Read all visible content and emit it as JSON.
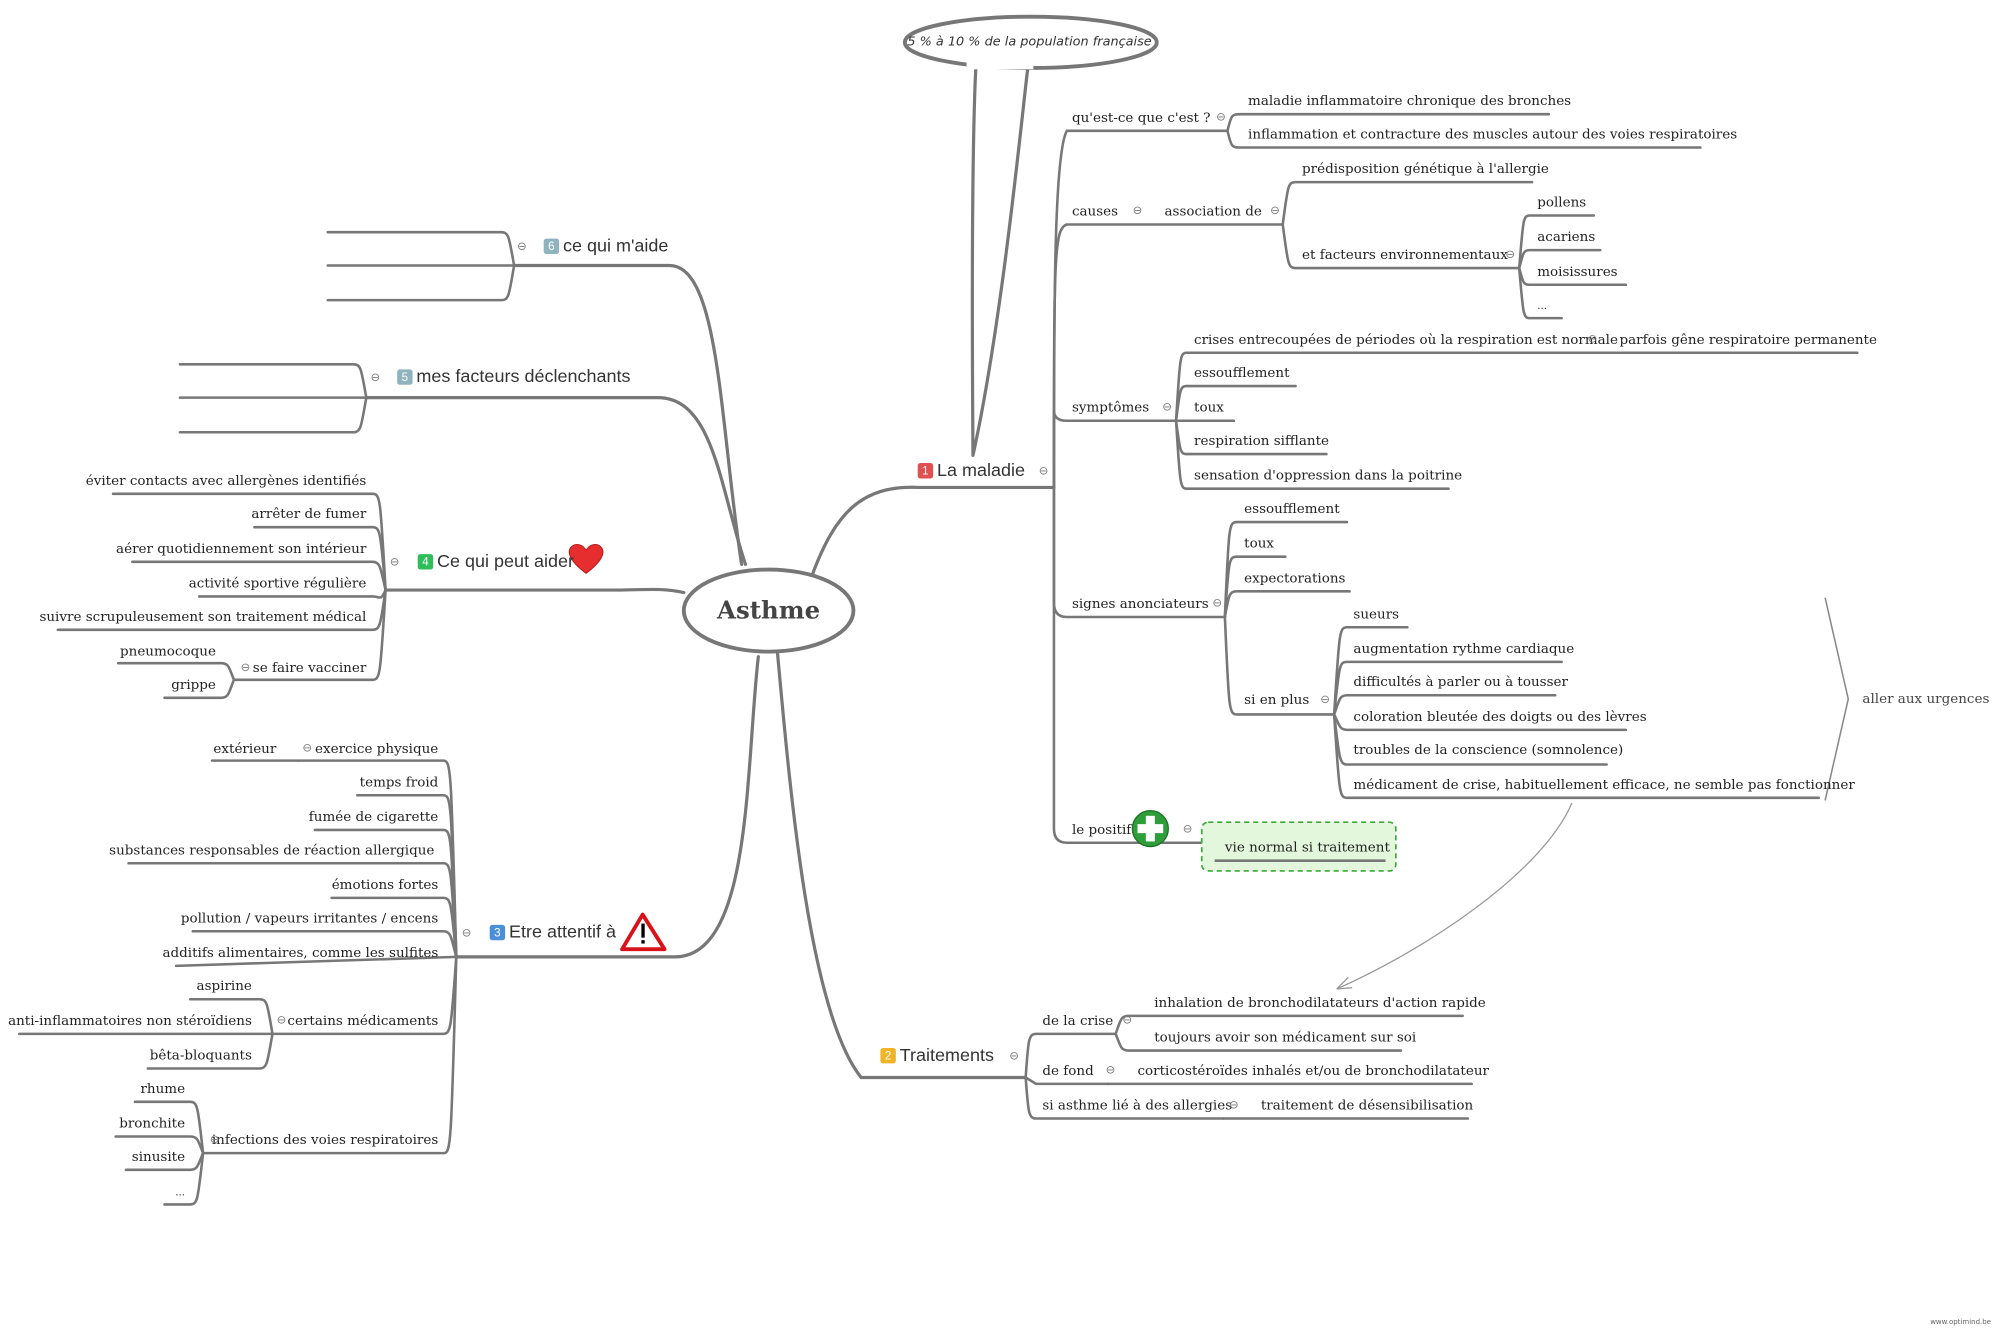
{
  "root": {
    "label": "Asthme"
  },
  "callout": {
    "text": "5 % à 10 % de la population française"
  },
  "branches": {
    "maladie": {
      "number": "1",
      "color": "#e05050",
      "label": "La maladie",
      "quest": {
        "label": "qu'est-ce que c'est ?",
        "items": [
          "maladie inflammatoire chronique des bronches",
          "inflammation et contracture des muscles autour des voies respiratoires"
        ]
      },
      "causes": {
        "label": "causes",
        "association": "association de",
        "genetique": "prédisposition génétique à l'allergie",
        "env": {
          "label": "et facteurs environnementaux",
          "items": [
            "pollens",
            "acariens",
            "moisissures",
            "..."
          ]
        }
      },
      "symptomes": {
        "label": "symptômes",
        "crises": "crises entrecoupées de périodes où la respiration est normale",
        "parfois": "parfois gêne respiratoire permanente",
        "items": [
          "essoufflement",
          "toux",
          "respiration sifflante",
          "sensation d'oppression dans la poitrine"
        ]
      },
      "signes": {
        "label": "signes anonciateurs",
        "items": [
          "essoufflement",
          "toux",
          "expectorations"
        ],
        "plus": {
          "label": "si en plus",
          "items": [
            "sueurs",
            "augmentation rythme cardiaque",
            "difficultés à parler ou à tousser",
            "coloration bleutée des doigts ou des lèvres",
            "troubles de la conscience (somnolence)",
            "médicament de crise, habituellement efficace, ne semble pas fonctionner"
          ]
        },
        "urgence": "aller aux urgences"
      },
      "positif": {
        "label": "le positif",
        "item": "vie normal si traitement"
      }
    },
    "traitements": {
      "number": "2",
      "color": "#f0b429",
      "label": "Traitements",
      "crise": {
        "label": "de la crise",
        "items": [
          "inhalation de bronchodilatateurs d'action rapide",
          "toujours avoir son médicament sur soi"
        ]
      },
      "fond": {
        "label": "de fond",
        "item": "corticostéroïdes inhalés et/ou de bronchodilatateur"
      },
      "allergies": {
        "label": "si asthme lié à des allergies",
        "item": "traitement de désensibilisation"
      }
    },
    "attentif": {
      "number": "3",
      "color": "#4a90d9",
      "label": "Etre attentif à",
      "exercice": {
        "label": "exercice physique",
        "item": "extérieur"
      },
      "items": [
        "temps froid",
        "fumée de cigarette",
        "substances responsables de réaction allergique",
        "émotions fortes",
        "pollution / vapeurs irritantes / encens",
        "additifs alimentaires, comme les sulfites"
      ],
      "medicaments": {
        "label": "certains médicaments",
        "items": [
          "aspirine",
          "anti-inflammatoires non stéroïdiens",
          "bêta-bloquants"
        ]
      },
      "infections": {
        "label": "infections des voies respiratoires",
        "items": [
          "rhume",
          "bronchite",
          "sinusite",
          "..."
        ]
      }
    },
    "aider": {
      "number": "4",
      "color": "#2ebd59",
      "label": "Ce qui peut aider",
      "items": [
        "éviter contacts avec allergènes identifiés",
        "arrêter de fumer",
        "aérer quotidiennement son intérieur",
        "activité sportive régulière",
        "suivre scrupuleusement son traitement médical"
      ],
      "vacciner": {
        "label": "se faire vacciner",
        "items": [
          "pneumocoque",
          "grippe"
        ]
      }
    },
    "declenchants": {
      "number": "5",
      "color": "#8fb3bf",
      "label": "mes facteurs déclenchants"
    },
    "aide": {
      "number": "6",
      "color": "#8fb3bf",
      "label": "ce qui m'aide"
    }
  },
  "watermark": "www.optimind.be",
  "colors": {
    "line": "#777777",
    "positif_bg": "#e2f7dc",
    "positif_border": "#3aaa35",
    "warning": "#d9121a",
    "heart": "#e62e2e",
    "plus_badge": "#2e9e3a"
  },
  "icons": [
    "collapse-icon",
    "heart-icon",
    "warning-icon",
    "plus-icon"
  ]
}
